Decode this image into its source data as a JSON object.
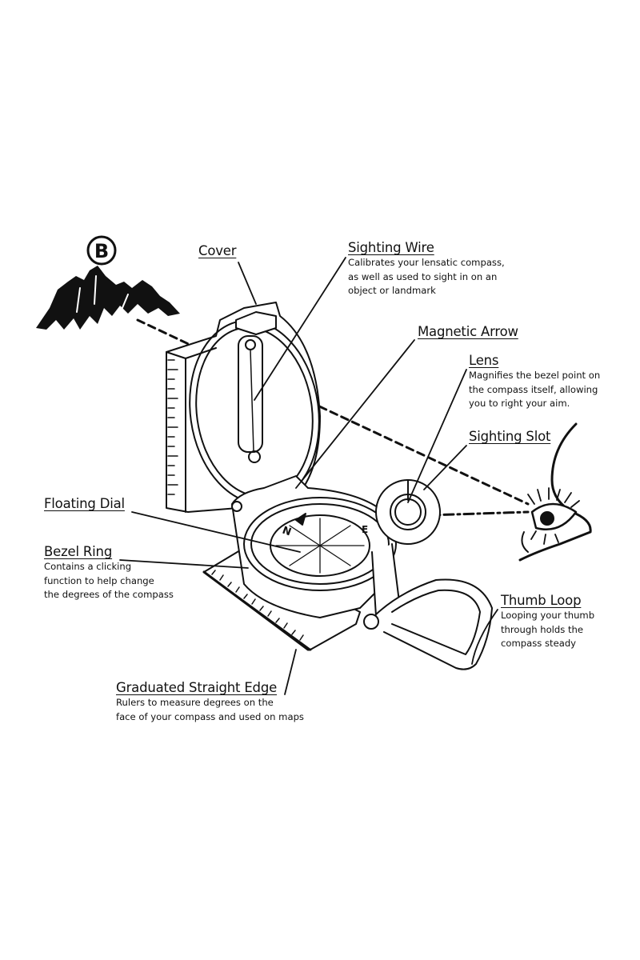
{
  "marker": {
    "letter": "B"
  },
  "labels": {
    "cover": {
      "title": "Cover"
    },
    "sighting_wire": {
      "title": "Sighting Wire",
      "desc": [
        "Calibrates your lensatic compass,",
        "as well as used to sight in on an",
        "object or landmark"
      ]
    },
    "magnetic_arrow": {
      "title": "Magnetic Arrow"
    },
    "lens": {
      "title": "Lens",
      "desc": [
        "Magnifies the bezel point on",
        "the compass itself, allowing",
        "you to right your aim."
      ]
    },
    "sighting_slot": {
      "title": "Sighting Slot"
    },
    "floating_dial": {
      "title": "Floating Dial"
    },
    "bezel_ring": {
      "title": "Bezel Ring",
      "desc": [
        "Contains a clicking",
        "function to help change",
        "the degrees of the compass"
      ]
    },
    "thumb_loop": {
      "title": "Thumb Loop",
      "desc": [
        "Looping your thumb",
        "through holds the",
        "compass steady"
      ]
    },
    "straight_edge": {
      "title": "Graduated Straight Edge",
      "desc": [
        "Rulers to measure degrees on the",
        "face of your compass and used on maps"
      ]
    }
  },
  "dial_letters": {
    "north": "N",
    "east": "E"
  },
  "colors": {
    "ink": "#111111",
    "background": "#ffffff"
  }
}
